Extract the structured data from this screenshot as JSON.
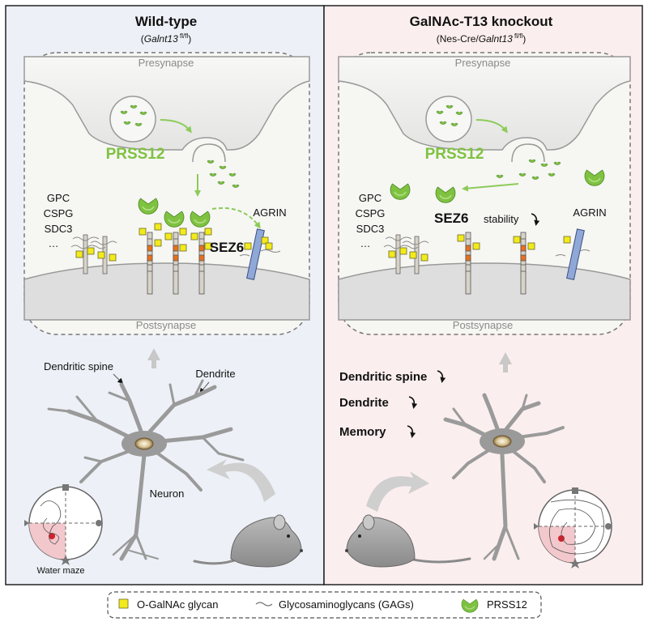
{
  "left_panel": {
    "title": "Wild-type",
    "subtitle_gene": "Galnt13",
    "subtitle_sup": " fl/fl",
    "presynapse": "Presynapse",
    "postsynapse": "Postsynapse",
    "protease": "PRSS12",
    "gags": [
      "GPC",
      "CSPG",
      "SDC3",
      "…"
    ],
    "agrin": "AGRIN",
    "sez6": "SEZ6",
    "dendritic_spine": "Dendritic spine",
    "dendrite": "Dendrite",
    "neuron": "Neuron",
    "water_maze": "Water maze"
  },
  "right_panel": {
    "title": "GalNAc-T13 knockout",
    "subtitle_prefix": "Nes-Cre/",
    "subtitle_gene": "Galnt13",
    "subtitle_sup": " fl/fl",
    "presynapse": "Presynapse",
    "postsynapse": "Postsynapse",
    "protease": "PRSS12",
    "gags": [
      "GPC",
      "CSPG",
      "SDC3",
      "…"
    ],
    "agrin": "AGRIN",
    "sez6": "SEZ6",
    "stability": "stability",
    "effects": [
      "Dendritic spine",
      "Dendrite",
      "Memory"
    ]
  },
  "legend": {
    "glycan": "O-GalNAc glycan",
    "gag": "Glycosaminoglycans (GAGs)",
    "prss12": "PRSS12"
  },
  "colors": {
    "wt_bg": "#edf1f7",
    "ko_bg": "#fbeeee",
    "prss12_green": "#7fc241",
    "glycan_yellow": "#f3ea1c",
    "agrin_blue": "#8fa8d8",
    "sez6_orange": "#e8711c",
    "maze_pink": "#f3c8cc"
  }
}
